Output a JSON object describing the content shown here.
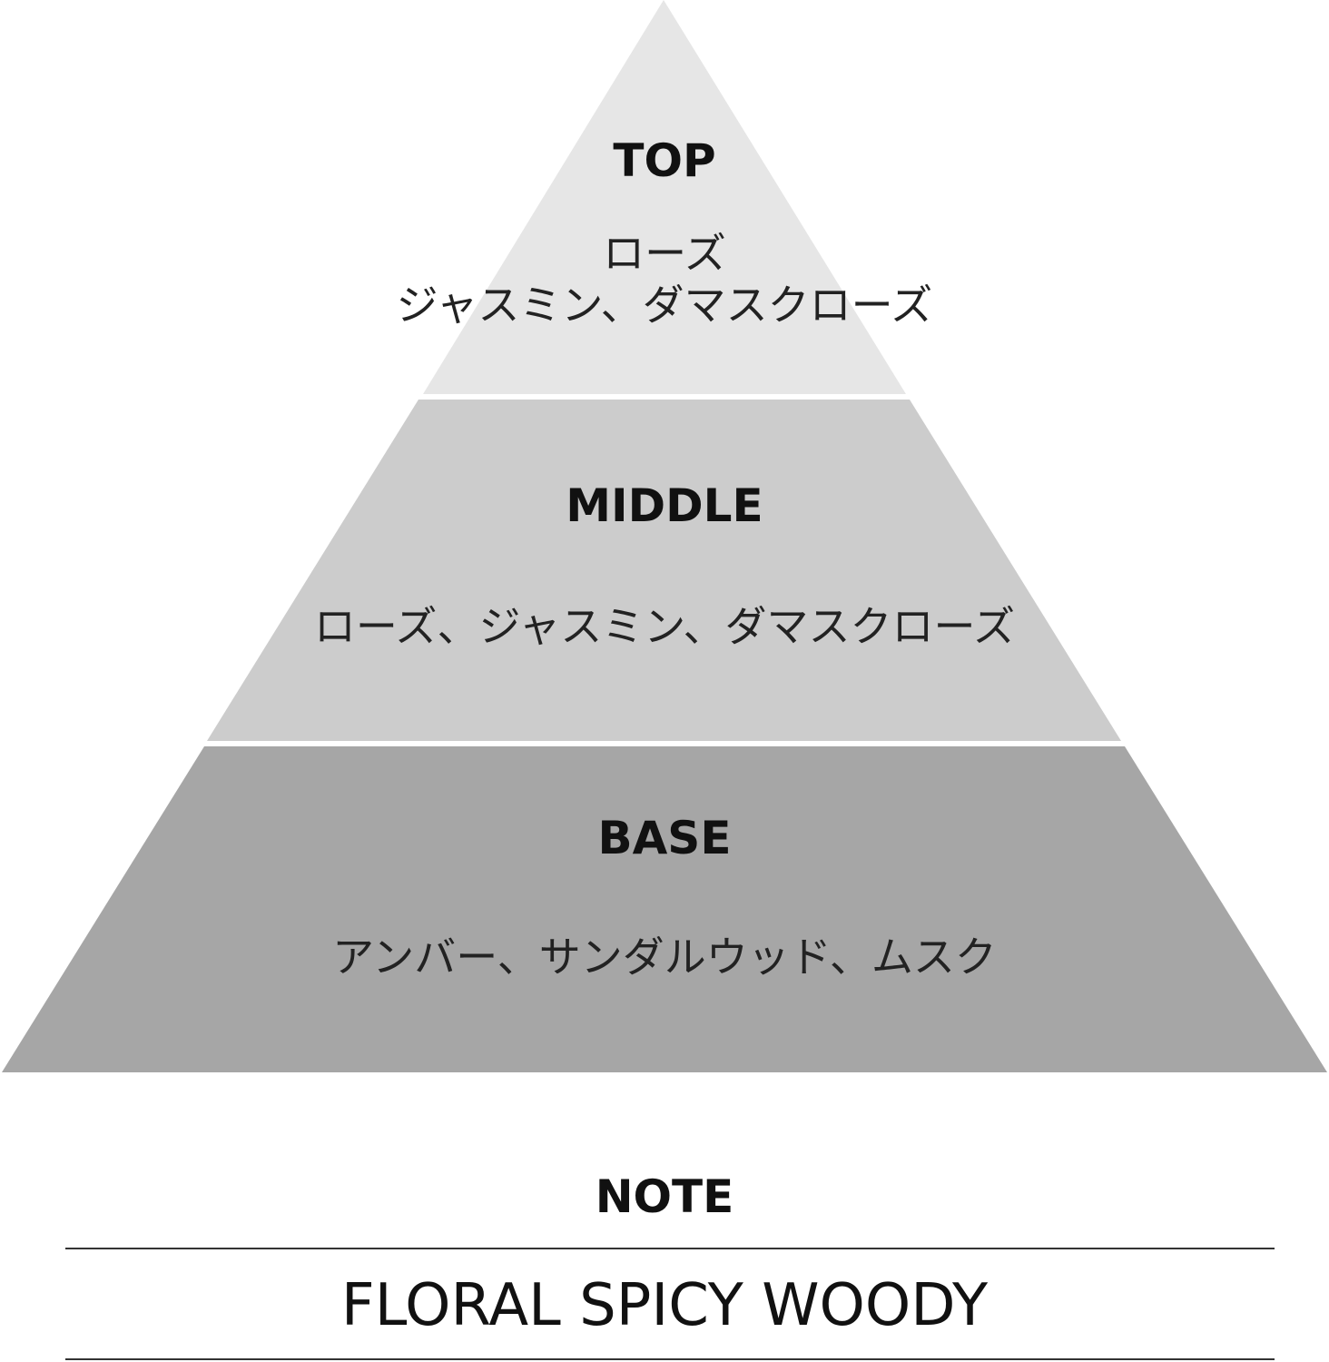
{
  "pyramid": {
    "tiers": [
      {
        "key": "top",
        "title": "TOP",
        "notes": [
          "ローズ",
          "ジャスミン、ダマスクローズ"
        ],
        "color": "#e6e6e6"
      },
      {
        "key": "middle",
        "title": "MIDDLE",
        "notes": [
          "ローズ、ジャスミン、ダマスクローズ"
        ],
        "color": "#cccccc"
      },
      {
        "key": "base",
        "title": "BASE",
        "notes": [
          "アンバー、サンダルウッド、ムスク"
        ],
        "color": "#a6a6a6"
      }
    ]
  },
  "footer": {
    "note_label": "NOTE",
    "fragrance_type": "FLORAL SPICY WOODY"
  }
}
